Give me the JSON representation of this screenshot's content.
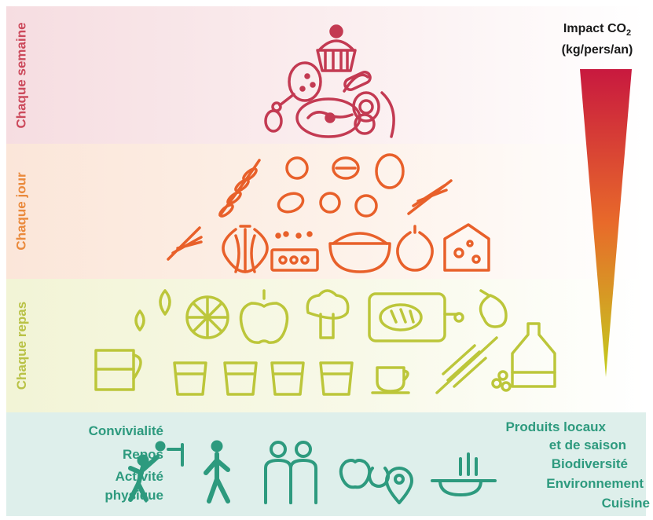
{
  "levels": {
    "week": "Chaque semaine",
    "day": "Chaque jour",
    "meal": "Chaque repas"
  },
  "impact": {
    "title_line1": "Impact CO",
    "title_sub": "2",
    "title_line2": "(kg/pers/an)",
    "colors": [
      "#c8193f",
      "#e86a2a",
      "#c3ce1e"
    ]
  },
  "base": {
    "left_labels": [
      "Convivialité",
      "Repos",
      "Activité",
      "physique"
    ],
    "right_labels": [
      "Produits locaux",
      "et de saison",
      "Biodiversité",
      "Environnement",
      "Cuisine"
    ]
  },
  "colors": {
    "week": "#c33a52",
    "day": "#e8602a",
    "meal": "#bcc63a",
    "base": "#2d9a7e"
  },
  "icons": {
    "week": [
      "cupcake-icon",
      "drumstick-icon",
      "sausage-icon",
      "steak-icon",
      "salami-icon",
      "egg-icon"
    ],
    "day": [
      "grain-icon",
      "nut-icon",
      "walnut-icon",
      "egg-icon",
      "almond-icon",
      "hazelnut-icon",
      "leaf-icon",
      "onion-icon",
      "tofu-icon",
      "rice-bowl-icon",
      "garlic-icon",
      "cheese-icon"
    ],
    "meal": [
      "strawberry-icon",
      "lemon-icon",
      "apple-icon",
      "broccoli-icon",
      "bread-board-icon",
      "pear-icon",
      "water-jug-icon",
      "glass-icon",
      "tea-cup-icon",
      "wheat-icon",
      "oil-bottle-icon"
    ],
    "base": [
      "basketball-player-icon",
      "walking-person-icon",
      "two-people-icon",
      "fruits-location-icon",
      "cooking-pan-icon"
    ]
  }
}
